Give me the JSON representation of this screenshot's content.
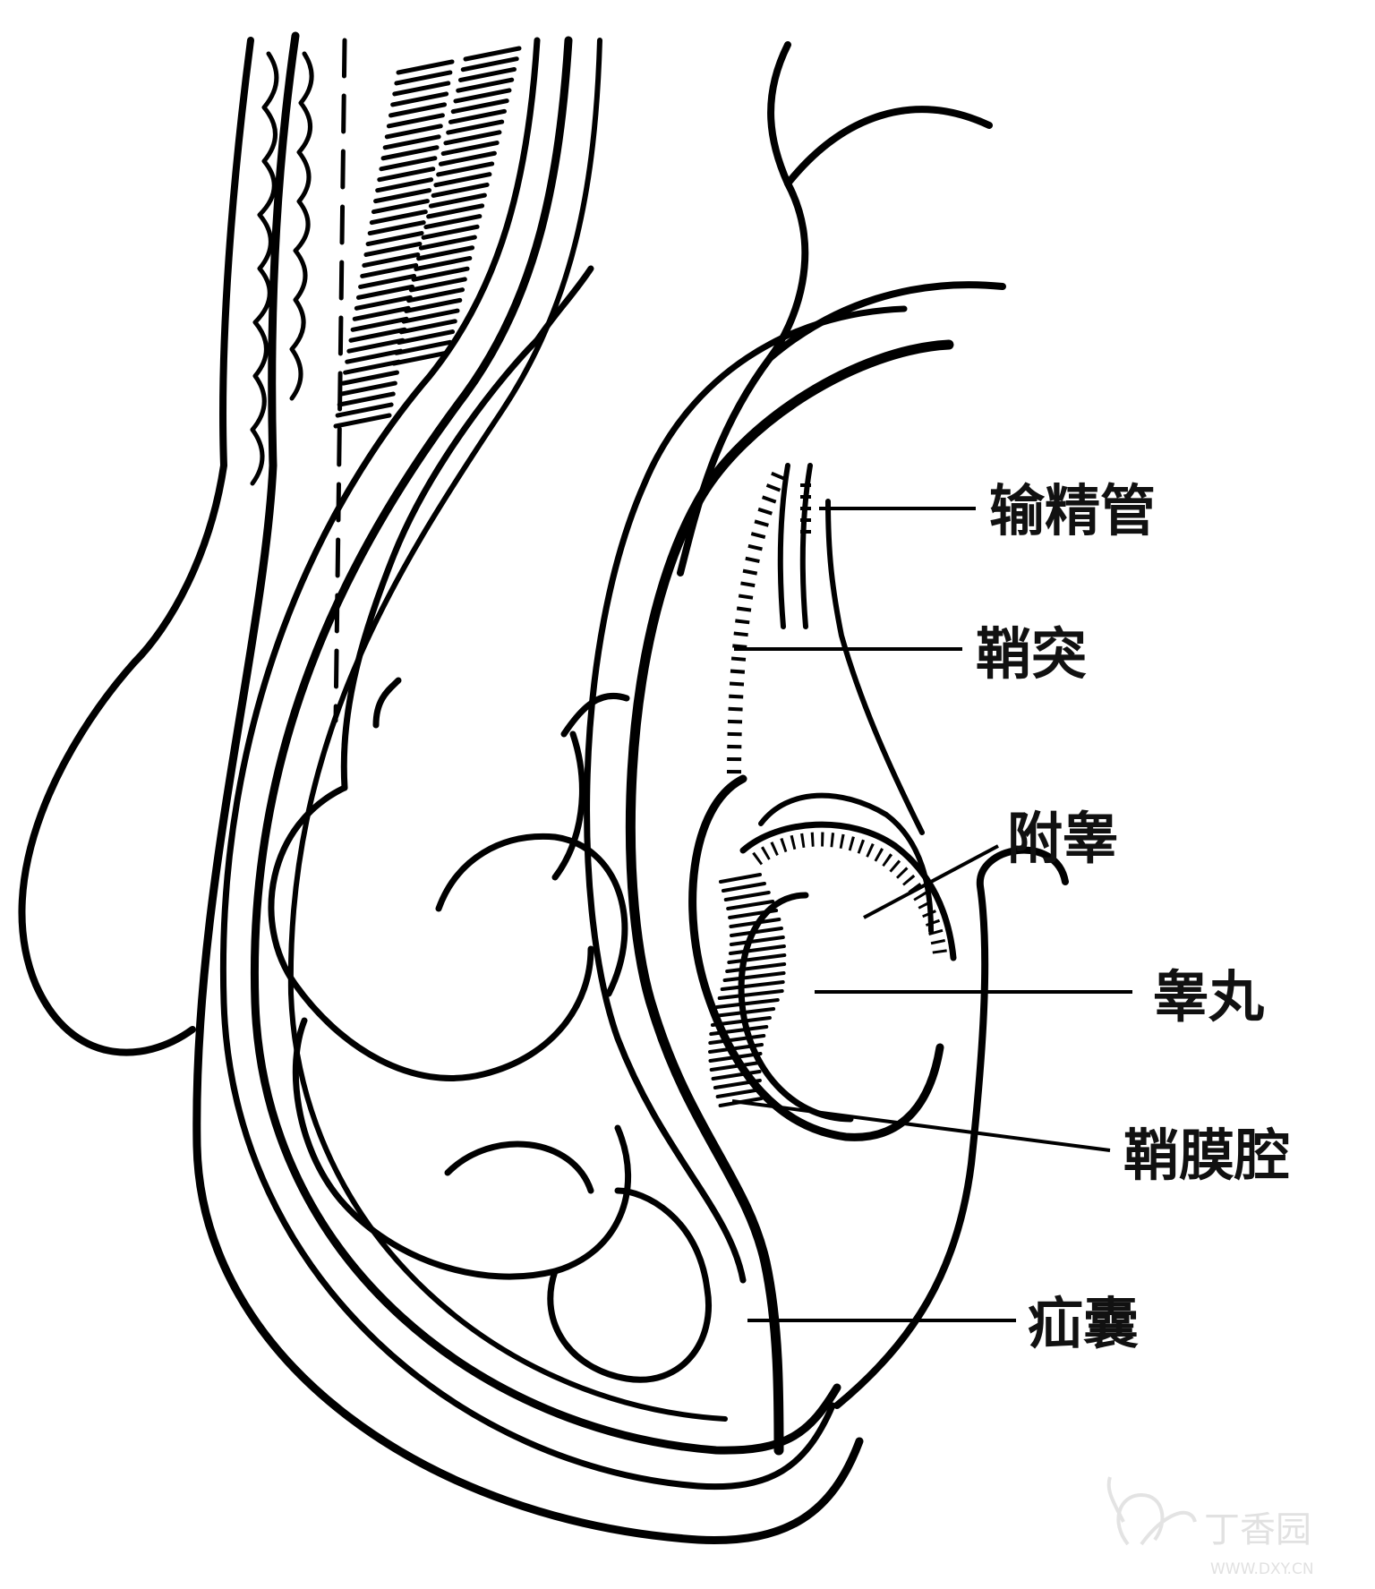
{
  "labels": {
    "vas_deferens": "输精管",
    "processus_vaginalis": "鞘突",
    "epididymis": "附睾",
    "testis": "睾丸",
    "tunica_cavity": "鞘膜腔",
    "hernia_sac": "疝囊"
  },
  "watermark": {
    "name": "丁香园",
    "url": "WWW.DXY.CN"
  },
  "colors": {
    "ink": "#000000",
    "background": "#ffffff",
    "watermark": "#e1e1e1"
  }
}
